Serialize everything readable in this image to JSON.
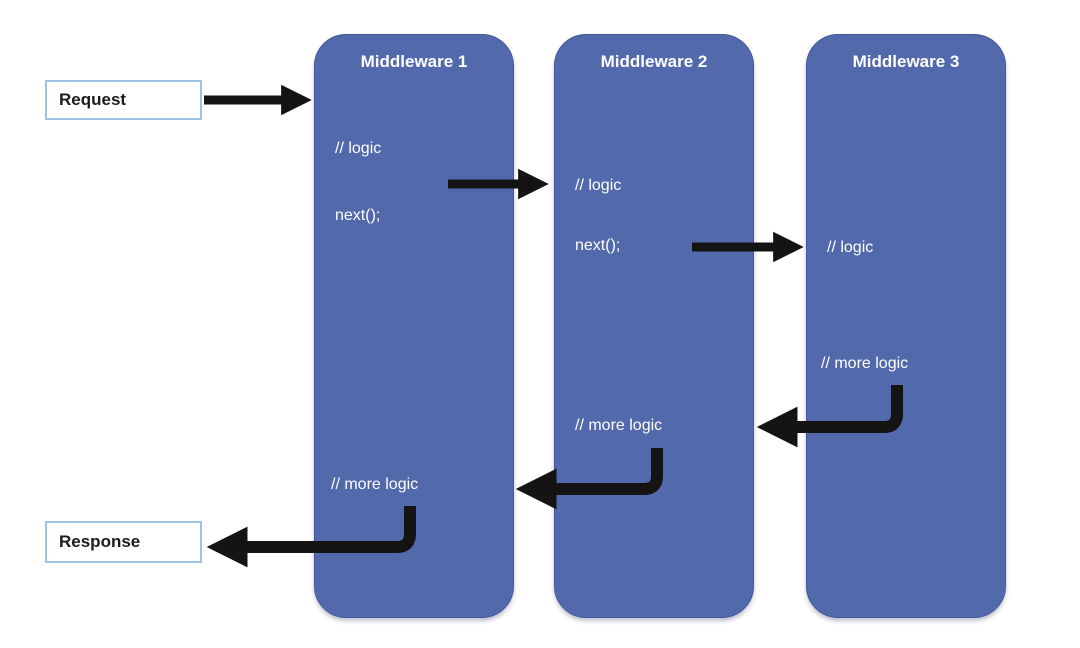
{
  "diagram": {
    "request_label": "Request",
    "response_label": "Response",
    "middlewares": [
      {
        "title": "Middleware 1",
        "logic": "// logic",
        "next": "next();",
        "more_logic": "// more logic"
      },
      {
        "title": "Middleware 2",
        "logic": "// logic",
        "next": "next();",
        "more_logic": "// more logic"
      },
      {
        "title": "Middleware 3",
        "logic": "// logic",
        "more_logic": "// more logic"
      }
    ],
    "colors": {
      "box_fill": "#5269ab",
      "box_border": "#46589a",
      "box_text": "#ffffff",
      "io_fill": "#ffffff",
      "io_border": "#9cc2e5",
      "io_text": "#1c1c1c",
      "arrow": "#141414",
      "background": "#ffffff"
    }
  }
}
